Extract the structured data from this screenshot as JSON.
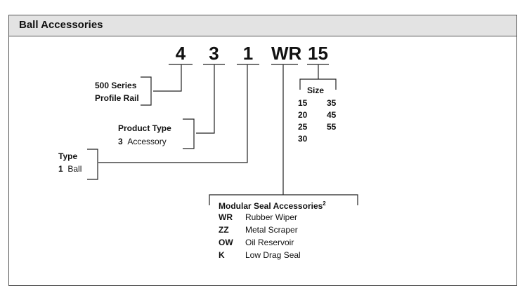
{
  "panel": {
    "title": "Ball Accessories"
  },
  "code": {
    "d1": "4",
    "d2": "3",
    "d3": "1",
    "d4": "WR",
    "d5": "15"
  },
  "series": {
    "line1": "500 Series",
    "line2": "Profile Rail"
  },
  "product_type": {
    "title": "Product Type",
    "code": "3",
    "label": "Accessory"
  },
  "type": {
    "title": "Type",
    "code": "1",
    "label": "Ball"
  },
  "size": {
    "title": "Size",
    "values": [
      "15",
      "20",
      "25",
      "30",
      "35",
      "45",
      "55"
    ]
  },
  "seals": {
    "title": "Modular Seal Accessories",
    "footnote": "2",
    "items": [
      {
        "code": "WR",
        "label": "Rubber Wiper"
      },
      {
        "code": "ZZ",
        "label": "Metal Scraper"
      },
      {
        "code": "OW",
        "label": "Oil Reservoir"
      },
      {
        "code": "K",
        "label": "Low Drag Seal"
      }
    ]
  }
}
